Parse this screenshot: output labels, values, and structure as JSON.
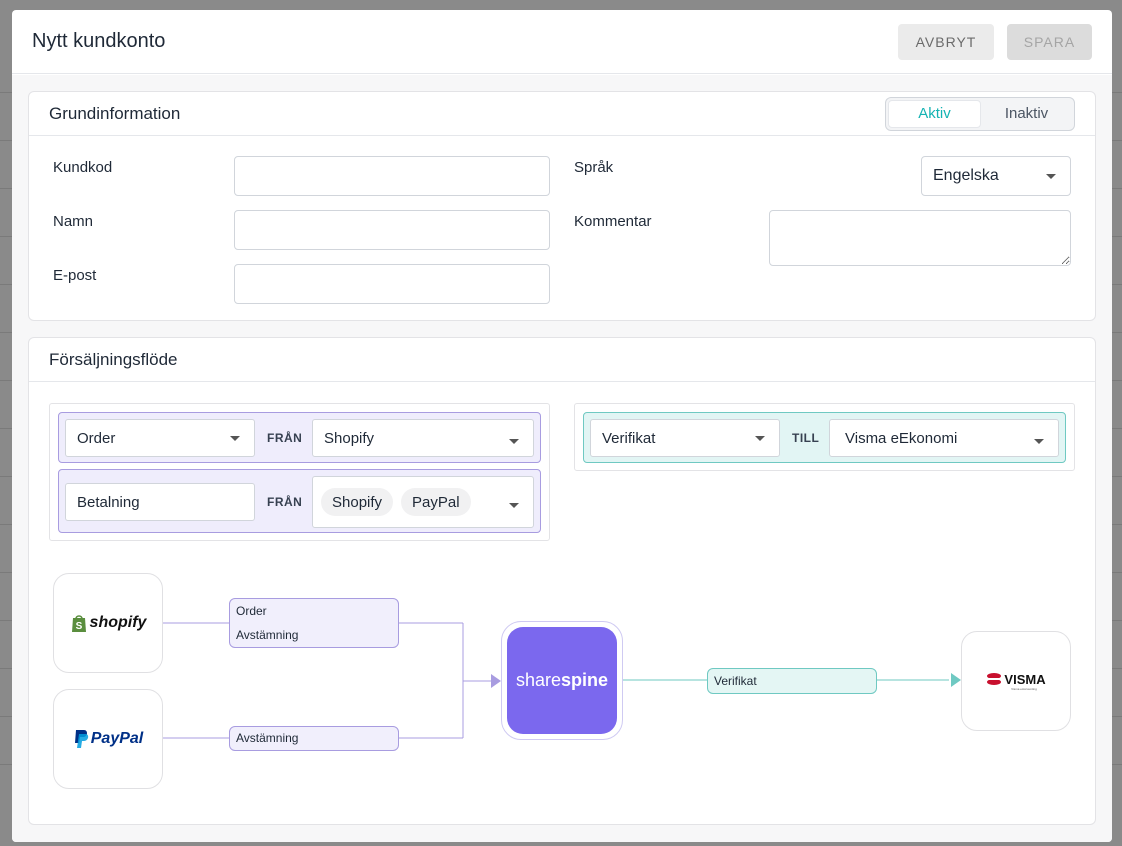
{
  "modal": {
    "title": "Nytt kundkonto",
    "cancel_label": "AVBRYT",
    "save_label": "SPARA"
  },
  "basic_info": {
    "title": "Grundinformation",
    "status_toggle": {
      "active": "Aktiv",
      "inactive": "Inaktiv",
      "selected": "Aktiv"
    },
    "fields": {
      "customer_code": {
        "label": "Kundkod",
        "value": ""
      },
      "name": {
        "label": "Namn",
        "value": ""
      },
      "email": {
        "label": "E-post",
        "value": ""
      },
      "language": {
        "label": "Språk",
        "value": "Engelska"
      },
      "comment": {
        "label": "Kommentar",
        "value": ""
      }
    }
  },
  "sales_flow": {
    "title": "Försäljningsflöde",
    "sources": [
      {
        "type": "Order",
        "conjunction": "FRÅN",
        "systems": [
          "Shopify"
        ]
      },
      {
        "type": "Betalning",
        "conjunction": "FRÅN",
        "systems": [
          "Shopify",
          "PayPal"
        ]
      }
    ],
    "target": {
      "type": "Verifikat",
      "conjunction": "TILL",
      "system": "Visma eEkonomi"
    },
    "diagram": {
      "shopify_logo": "shopify",
      "paypal_logo": "PayPal",
      "shopify_edge_labels": [
        "Order",
        "Avstämning"
      ],
      "paypal_edge_label": "Avstämning",
      "hub_label_a": "share",
      "hub_label_b": "spine",
      "target_edge_label": "Verifikat",
      "visma_logo": "VISMA",
      "visma_tagline": "Visma eAccounting"
    },
    "colors": {
      "purple": "#7b68ee",
      "teal": "#14b3b3",
      "shopify_green": "#5a8e3e",
      "paypal_blue": "#003087",
      "visma_red": "#c8102e"
    }
  }
}
